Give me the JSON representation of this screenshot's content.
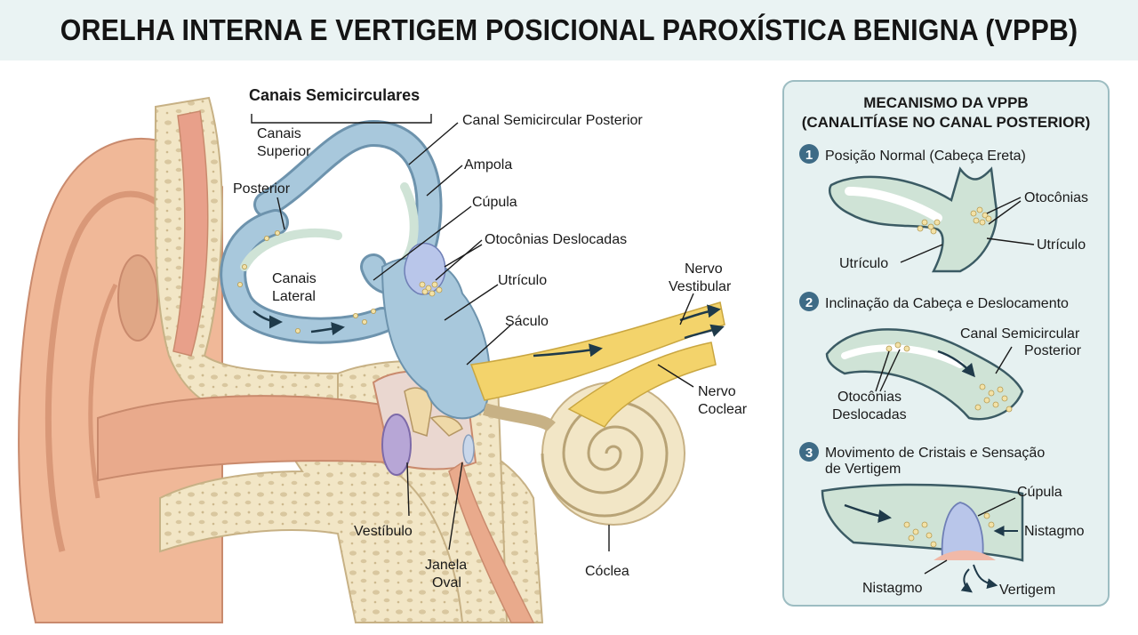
{
  "title": "ORELHA INTERNA E VERTIGEM POSICIONAL PAROXÍSTICA BENIGNA (VPPB)",
  "anatomy": {
    "canais_semicirculares": "Canais Semicirculares",
    "canais_superior_1": "Canais",
    "canais_superior_2": "Superior",
    "posterior": "Posterior",
    "canais_lateral_1": "Canais",
    "canais_lateral_2": "Lateral",
    "canal_posterior": "Canal Semicircular Posterior",
    "ampola": "Ampola",
    "cupula": "Cúpula",
    "otoconias": "Otocônias Deslocadas",
    "utriculo": "Utrículo",
    "saculo": "Sáculo",
    "nervo_vestibular_1": "Nervo",
    "nervo_vestibular_2": "Vestibular",
    "nervo_coclear_1": "Nervo",
    "nervo_coclear_2": "Coclear",
    "vestibulo": "Vestíbulo",
    "janela_oval_1": "Janela",
    "janela_oval_2": "Oval",
    "coclea": "Cóclea"
  },
  "panel": {
    "heading_1": "MECANISMO DA VPPB",
    "heading_2": "(CANALITÍASE NO CANAL POSTERIOR)",
    "step1": {
      "num": "1",
      "title": "Posição Normal (Cabeça Ereta)",
      "otoconias": "Otocônias",
      "utriculo_right": "Utrículo",
      "utriculo_left": "Utrículo"
    },
    "step2": {
      "num": "2",
      "title": "Inclinação da Cabeça e Deslocamento",
      "canal_1": "Canal Semicircular",
      "canal_2": "Posterior",
      "otoconias_1": "Otocônias",
      "otoconias_2": "Deslocadas"
    },
    "step3": {
      "num": "3",
      "title_1": "Movimento de Cristais e Sensação",
      "title_2": "de Vertigem",
      "cupula": "Cúpula",
      "nistagmo_right": "Nistagmo",
      "nistagmo_left": "Nistagmo",
      "vertigem": "Vertigem"
    }
  },
  "colors": {
    "skin": "#f0b898",
    "bone": "#f2e6c6",
    "canal_blue": "#a8c8dc",
    "endolymph": "#cfe3d6",
    "nerve": "#f3d36b",
    "panel_bg": "#e6f1f1",
    "badge": "#3e6b86"
  }
}
